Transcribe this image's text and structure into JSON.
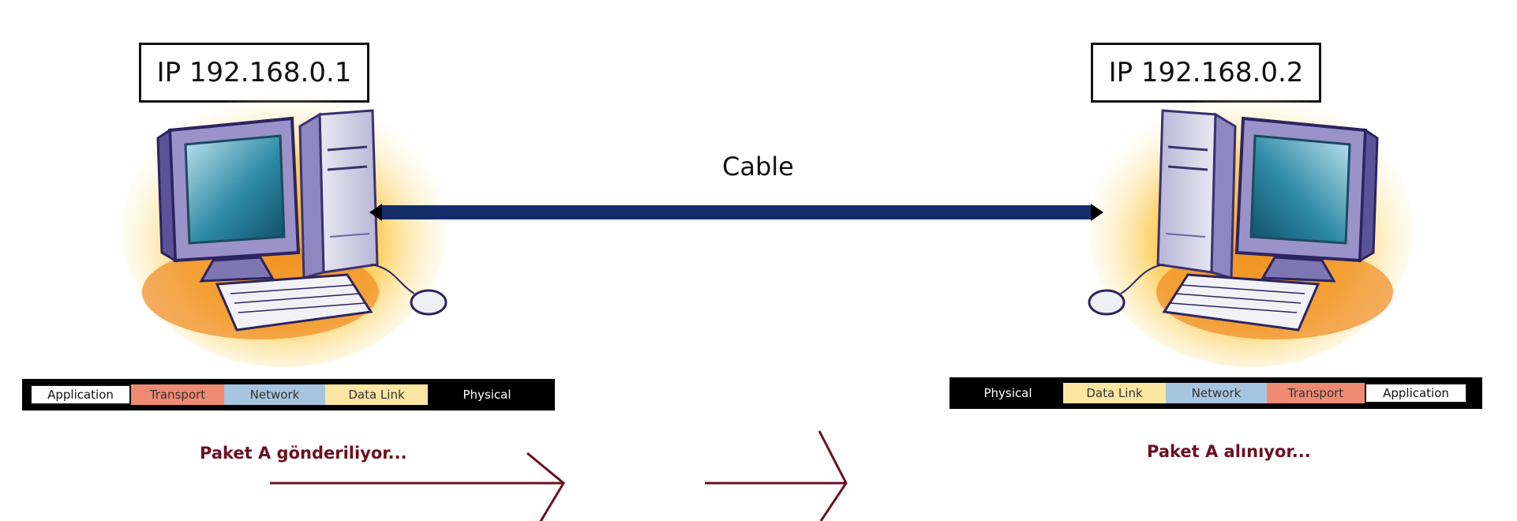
{
  "hosts": {
    "left": {
      "ip_label": "IP 192.168.0.1"
    },
    "right": {
      "ip_label": "IP 192.168.0.2"
    }
  },
  "link": {
    "label": "Cable",
    "color": "#142d6a"
  },
  "stacks": {
    "left": [
      {
        "name": "Application",
        "bg": "#ffffff",
        "fg": "#111111"
      },
      {
        "name": "Transport",
        "bg": "#ef8a73",
        "fg": "#333333"
      },
      {
        "name": "Network",
        "bg": "#a7c5df",
        "fg": "#333333"
      },
      {
        "name": "Data Link",
        "bg": "#fbe6a2",
        "fg": "#333333"
      },
      {
        "name": "Physical",
        "bg": "#000000",
        "fg": "#ffffff"
      }
    ],
    "right": [
      {
        "name": "Physical",
        "bg": "#000000",
        "fg": "#ffffff"
      },
      {
        "name": "Data Link",
        "bg": "#fbe6a2",
        "fg": "#333333"
      },
      {
        "name": "Network",
        "bg": "#a7c5df",
        "fg": "#333333"
      },
      {
        "name": "Transport",
        "bg": "#ef8a73",
        "fg": "#333333"
      },
      {
        "name": "Application",
        "bg": "#ffffff",
        "fg": "#111111"
      }
    ]
  },
  "status": {
    "left": "Paket A gönderiliyor...",
    "right": "Paket A alınıyor...",
    "color": "#6b1020"
  },
  "icons": {
    "left_host": "desktop-computer-icon",
    "right_host": "desktop-computer-icon",
    "flow": "arrow-right-icon"
  }
}
